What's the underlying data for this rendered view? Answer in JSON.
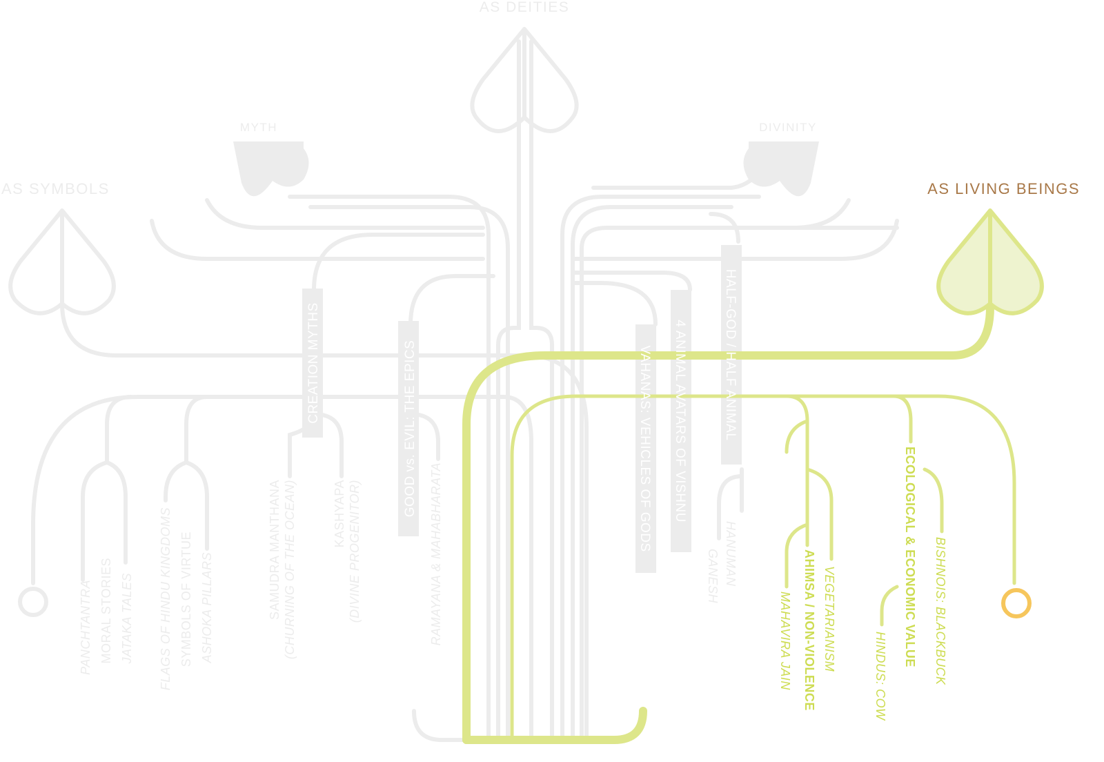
{
  "colors": {
    "faded": "#ececec",
    "faded_text": "#ececec",
    "label_box": "#ececec",
    "green": "#dde68a",
    "green_light": "#e6edb8",
    "green_fill": "#eef3cf",
    "green_text": "#cddc52",
    "title_brown": "#a87848",
    "orange": "#f6c65c"
  },
  "headings": {
    "as_deities": "AS DEITIES",
    "myth": "MYTH",
    "divinity": "DIVINITY",
    "as_symbols": "AS SYMBOLS",
    "as_living_beings": "AS LIVING BEINGS"
  },
  "myth_branches": {
    "creation_myths": "CREATION MYTHS",
    "good_vs_evil": "GOOD vs. EVIL: THE EPICS",
    "samudra_manthana": "SAMUDRA MANTHANA",
    "samudra_note": "(CHURNING OF THE OCEAN)",
    "kashyapa": "KASHYAPA",
    "kashyapa_note": "(DIVINE PROGENITOR)",
    "ramayana": "RAMAYANA & MAHABHARATA"
  },
  "divinity_branches": {
    "vahanas": "VAHANAS: VEHICLES OF GODS",
    "avatars": "4 ANIMAL AVATARS OF VISHNU",
    "half_god": "HALF-GOD / HALF ANIMAL",
    "hanuman": "HANUMAN",
    "ganesh": "GANESH"
  },
  "symbol_branches": {
    "panchtantra": "PANCHTANTRA",
    "moral_stories": "MORAL STORIES",
    "jataka_tales": "JATAKA TALES",
    "flags": "FLAGS OF HINDU KINGDOMS",
    "symbols_of_virtue": "SYMBOLS OF VIRTUE",
    "ashoka_pillars": "ASHOKA PILLARS"
  },
  "living_branches": {
    "ahimsa": "AHIMSA / NON-VIOLENCE",
    "vegetarianism": "VEGETARIANISM",
    "mahavira": "MAHAVIRA JAIN",
    "ecological": "ECOLOGICAL & ECONOMIC VALUE",
    "bishnois": "BISHNOIS: BLACKBUCK",
    "hindus_cow": "HINDUS: COW"
  }
}
